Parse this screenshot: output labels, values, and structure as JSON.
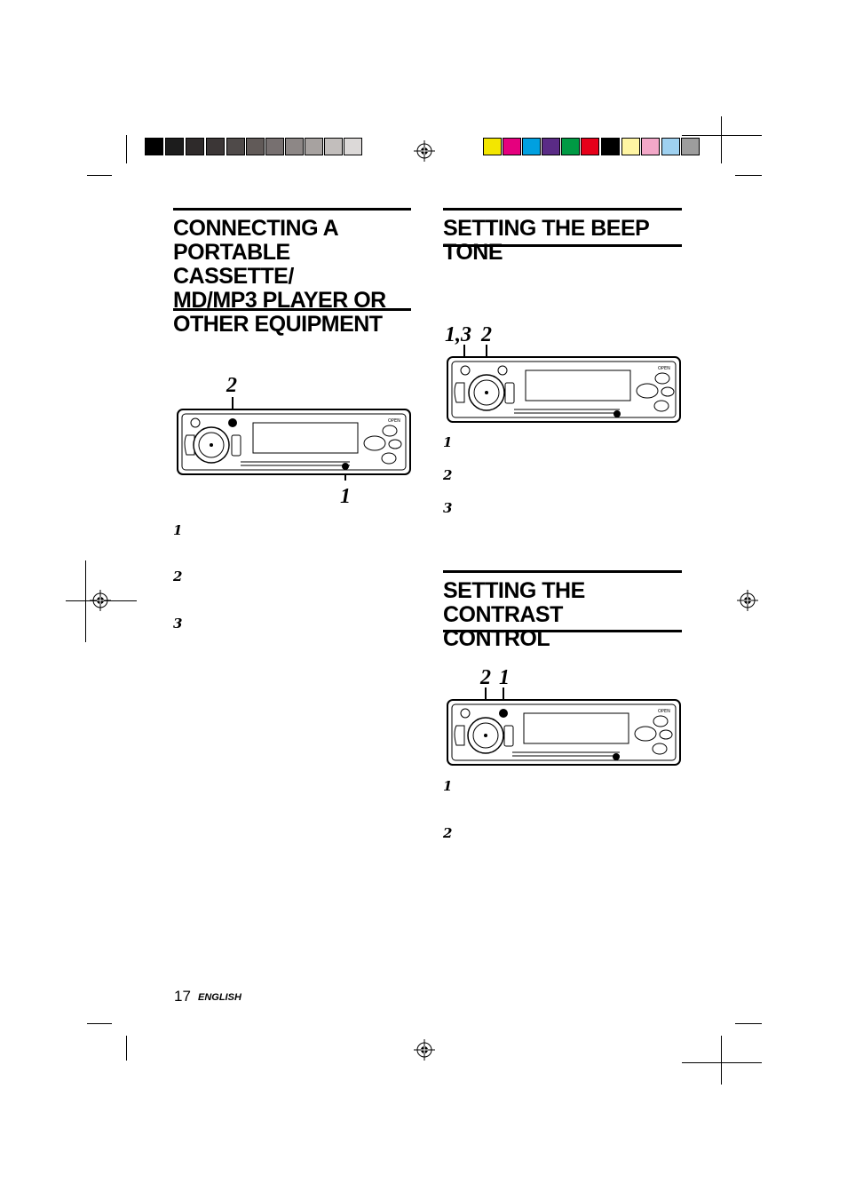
{
  "registration": {
    "gray_swatches": [
      "#000000",
      "#1c1c1c",
      "#2e2a2a",
      "#3b3636",
      "#4f4a49",
      "#615a58",
      "#777070",
      "#8d8786",
      "#a7a2a0",
      "#c2bebc",
      "#dcd9d8",
      "#ffffff"
    ],
    "color_swatches": [
      "#f3e600",
      "#e5007e",
      "#00a0e0",
      "#5a2b86",
      "#009a44",
      "#e60019",
      "#000000",
      "#fff5a3",
      "#f3a8c8",
      "#9fd1f0",
      "#9d9d9d"
    ]
  },
  "sections": {
    "connecting": {
      "title_lines": [
        "CONNECTING A",
        "PORTABLE CASSETTE/",
        "MD/MP3 PLAYER OR",
        "OTHER EQUIPMENT"
      ],
      "callouts": [
        "2",
        "1"
      ],
      "steps": [
        "1",
        "2",
        "3"
      ]
    },
    "beep": {
      "title_lines": [
        "SETTING THE BEEP TONE"
      ],
      "callouts": [
        "1,3",
        "2"
      ],
      "steps": [
        "1",
        "2",
        "3"
      ]
    },
    "contrast": {
      "title_lines": [
        "SETTING THE CONTRAST",
        "CONTROL"
      ],
      "callouts": [
        "2",
        "1"
      ],
      "steps": [
        "1",
        "2"
      ]
    }
  },
  "device": {
    "open_label": "OPEN"
  },
  "footer": {
    "page_number": "17",
    "language": "ENGLISH"
  }
}
